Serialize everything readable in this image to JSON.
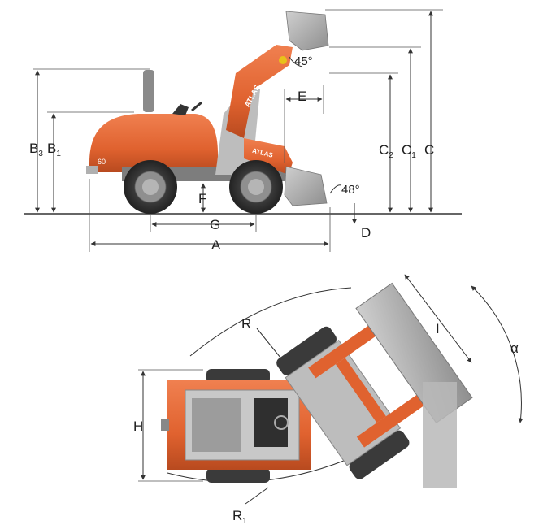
{
  "brand": {
    "boom_text": "ATLAS",
    "arm_text": "ATLAS",
    "model_text": "60"
  },
  "side_view": {
    "angle_top": "45°",
    "angle_bottom": "48°",
    "labels": {
      "A": "A",
      "B3": "B",
      "B3_sub": "3",
      "B1": "B",
      "B1_sub": "1",
      "C": "C",
      "C1": "C",
      "C1_sub": "1",
      "C2": "C",
      "C2_sub": "2",
      "D": "D",
      "E": "E",
      "F": "F",
      "G": "G"
    }
  },
  "top_view": {
    "labels": {
      "R": "R",
      "R1": "R",
      "R1_sub": "1",
      "H": "H",
      "I": "I",
      "alpha": "α"
    }
  },
  "colors": {
    "body_orange": "#e0622f",
    "dark_orange": "#b84a1f",
    "tire": "#3a3a3a",
    "rim": "#9a9a9a",
    "bucket": "#a8a8a8",
    "cab_grey": "#c8c8c8",
    "dim_line": "#333333"
  }
}
